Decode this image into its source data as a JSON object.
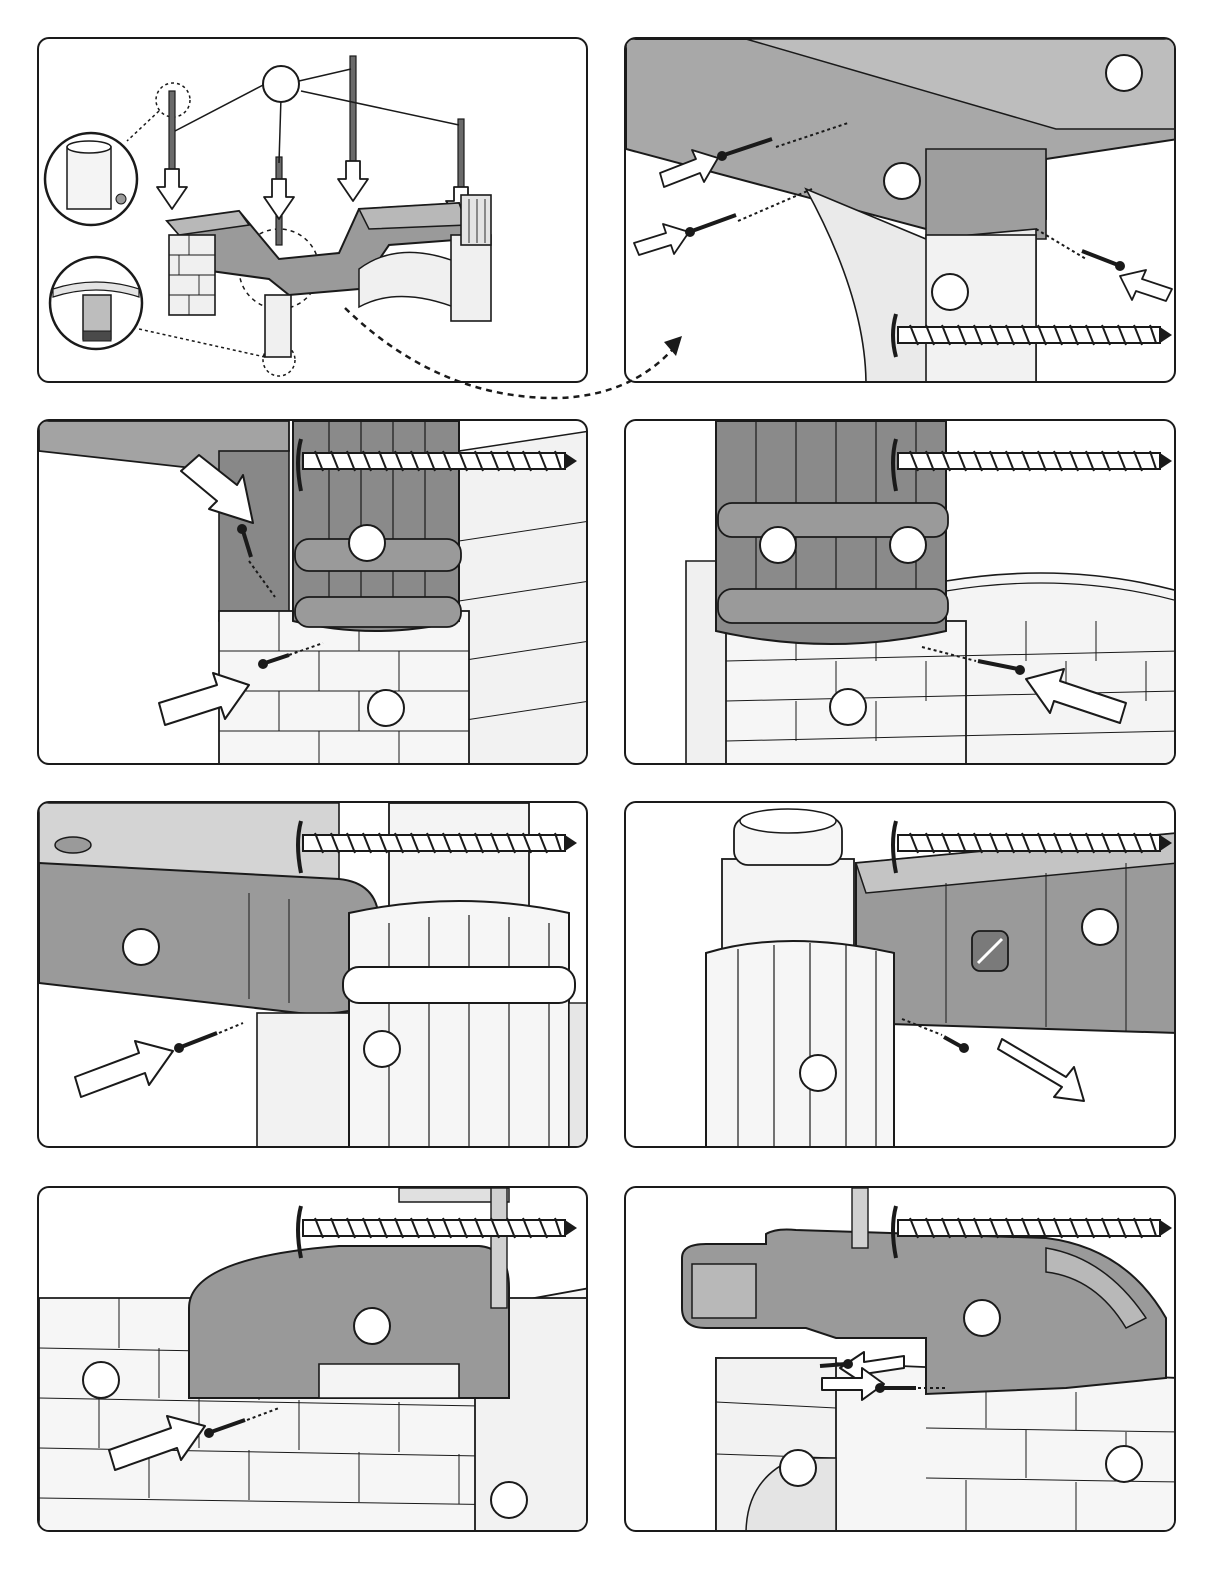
{
  "colors": {
    "outline": "#1a1a1a",
    "dark_part": "#8f8f8f",
    "mid_part": "#b3b3b3",
    "light_part": "#d2d2d2",
    "white_part": "#f4f4f4",
    "callout_fill": "#ffffff",
    "arrow_fill": "#ffffff"
  },
  "icons": {
    "callout": "blank-callout-circle",
    "arrow": "insertion-arrow",
    "short_screw": "short-screw-icon",
    "long_screw": "long-screw-icon",
    "flow": "dashed-flow-arrow"
  },
  "panels": [
    {
      "id": "overview",
      "callouts": 1,
      "screws": 0,
      "long_screw": false
    },
    {
      "id": "corner-top-right",
      "callouts": 3,
      "screws": 3,
      "long_screw": true
    },
    {
      "id": "barrel-left",
      "callouts": 2,
      "screws": 2,
      "long_screw": true
    },
    {
      "id": "barrel-right",
      "callouts": 3,
      "screws": 1,
      "long_screw": true
    },
    {
      "id": "tower-left",
      "callouts": 2,
      "screws": 1,
      "long_screw": true
    },
    {
      "id": "tower-right",
      "callouts": 2,
      "screws": 1,
      "long_screw": true
    },
    {
      "id": "wall-left",
      "callouts": 3,
      "screws": 1,
      "long_screw": true
    },
    {
      "id": "wall-right",
      "callouts": 3,
      "screws": 2,
      "long_screw": true
    }
  ]
}
